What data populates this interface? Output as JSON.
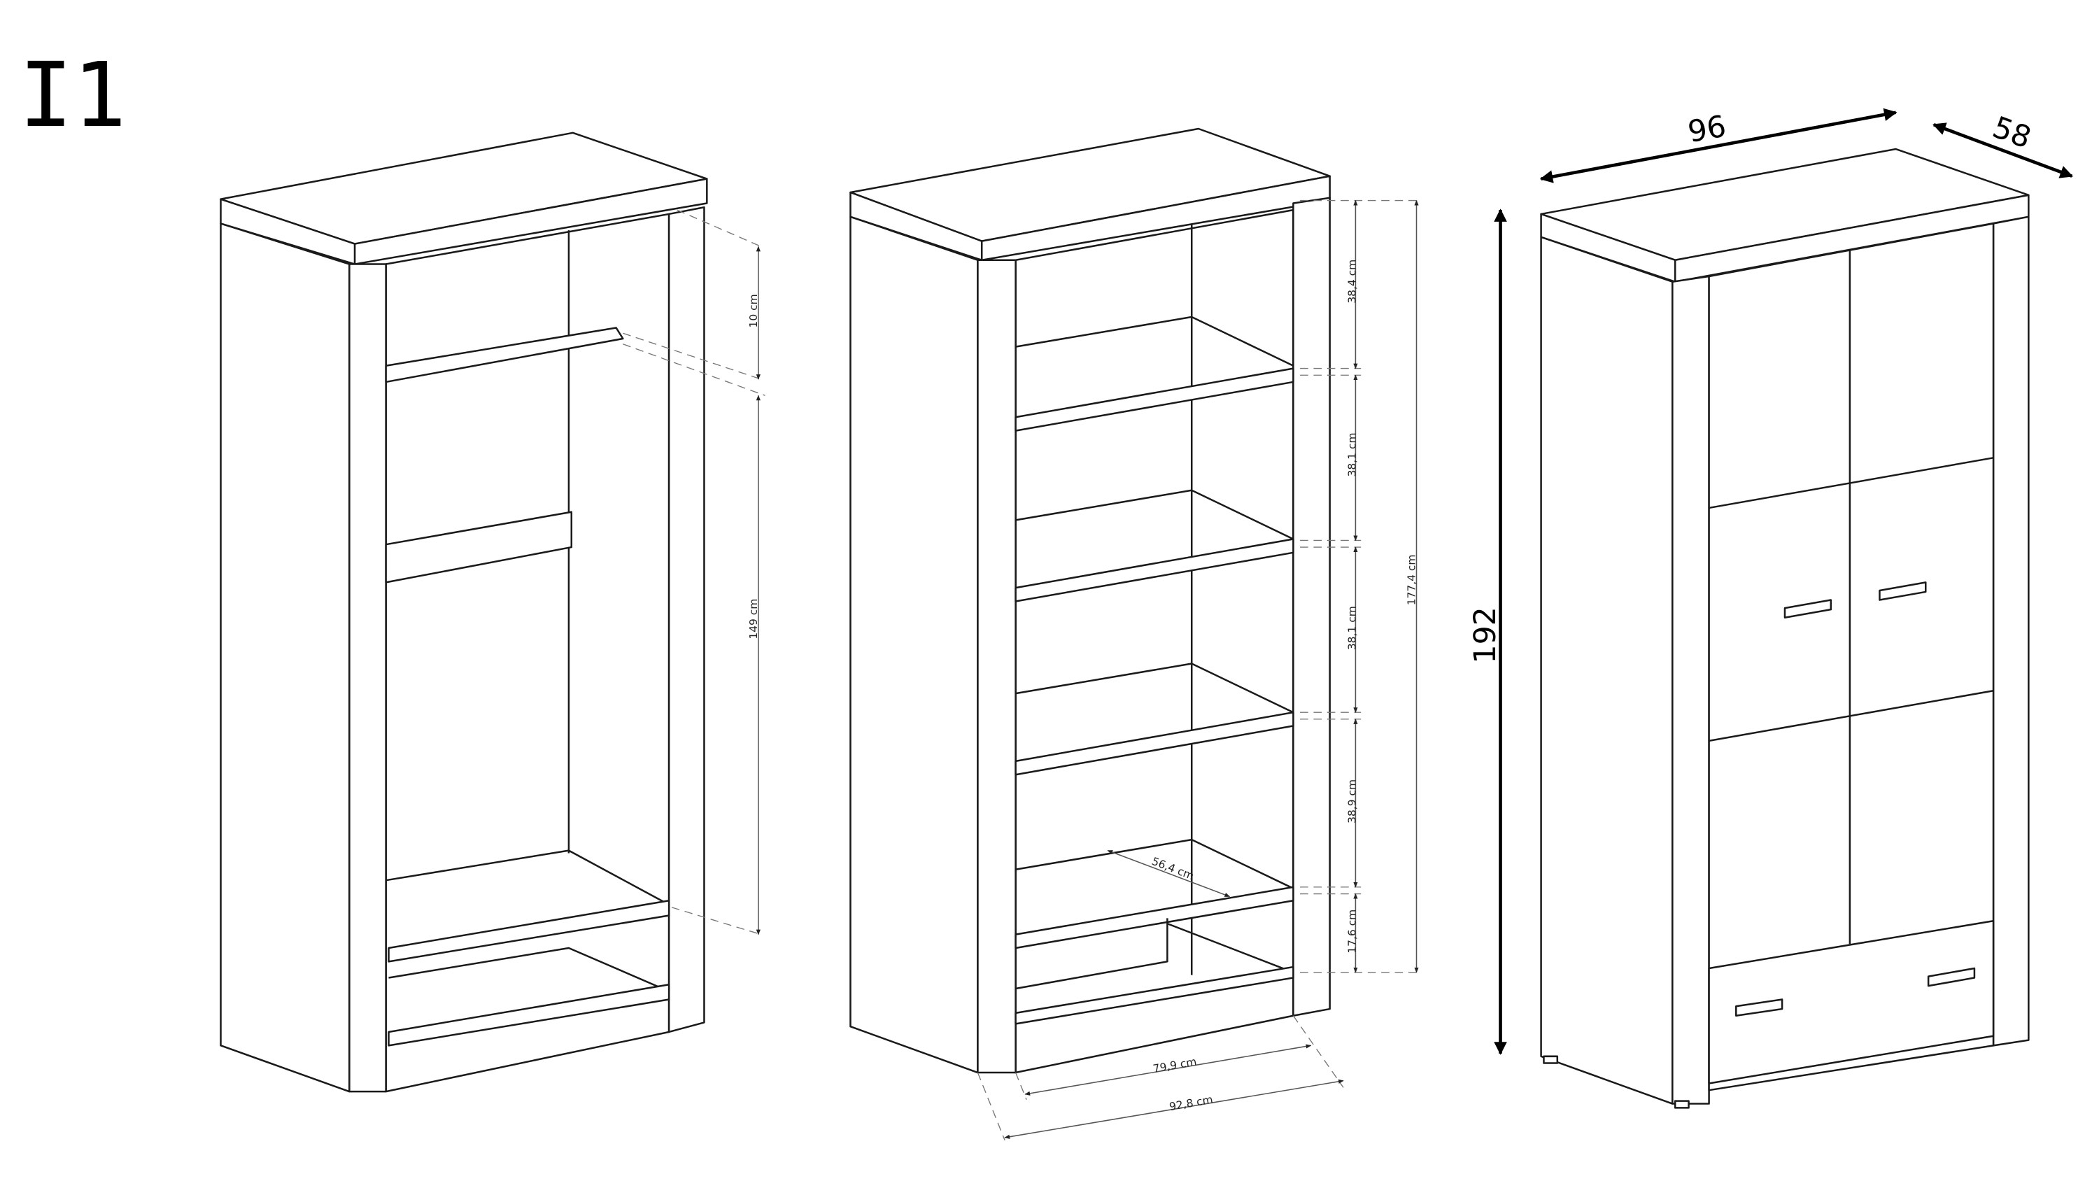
{
  "title": "I1",
  "wardrobe_open": {
    "rail_clearance": "10 cm",
    "hanging_height": "149 cm"
  },
  "shelving": {
    "shelf_heights": [
      "38,4 cm",
      "38,1 cm",
      "38,1 cm",
      "38,9 cm",
      "17,6 cm"
    ],
    "total_inner_height": "177,4 cm",
    "shelf_depth": "56,4 cm",
    "inner_width": "79,9 cm",
    "outer_width": "92,8 cm"
  },
  "overall": {
    "width": "96",
    "depth": "58",
    "height": "192"
  }
}
